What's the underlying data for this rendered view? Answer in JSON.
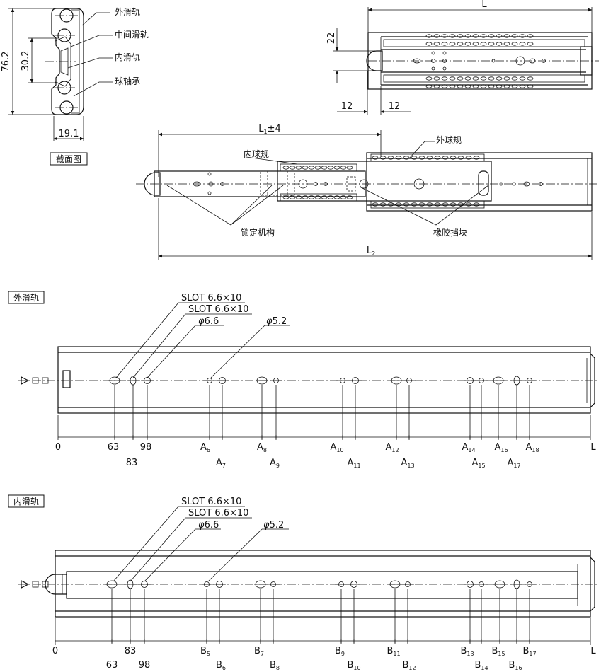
{
  "cross_section": {
    "labels": {
      "outer_rail": "外滑轨",
      "middle_rail": "中间滑轨",
      "inner_rail": "内滑轨",
      "ball_bearing": "球轴承"
    },
    "dims": {
      "height": "76.2",
      "pitch": "30.2",
      "width": "19.1"
    },
    "caption": "截面图"
  },
  "top_view": {
    "dims": {
      "length": "L",
      "height": "22",
      "left12": "12",
      "right12": "12"
    }
  },
  "assembly": {
    "dims": {
      "l1_main": "L",
      "l1_sub": "1",
      "l1_tol": "±4",
      "l2_main": "L",
      "l2_sub": "2"
    },
    "labels": {
      "outer_retainer": "外球规",
      "inner_retainer": "内球规",
      "lock": "锁定机构",
      "rubber_stop": "橡胶挡块"
    }
  },
  "outer_rail": {
    "title": "外滑轨",
    "callouts": {
      "slot1": "SLOT 6.6×10",
      "slot2": "SLOT 6.6×10",
      "phi66": "6.6",
      "phi52": "5.2",
      "phi_symbol": "φ"
    },
    "dims_top": [
      {
        "text": "0"
      },
      {
        "text": "63"
      },
      {
        "text": "98"
      },
      {
        "main": "A",
        "sub": "6"
      },
      {
        "main": "A",
        "sub": "8"
      },
      {
        "main": "A",
        "sub": "10"
      },
      {
        "main": "A",
        "sub": "12"
      },
      {
        "main": "A",
        "sub": "14"
      },
      {
        "main": "A",
        "sub": "16"
      },
      {
        "main": "A",
        "sub": "18"
      },
      {
        "text": "L"
      }
    ],
    "dims_bottom": [
      {
        "text": "83"
      },
      {
        "main": "A",
        "sub": "7"
      },
      {
        "main": "A",
        "sub": "9"
      },
      {
        "main": "A",
        "sub": "11"
      },
      {
        "main": "A",
        "sub": "13"
      },
      {
        "main": "A",
        "sub": "15"
      },
      {
        "main": "A",
        "sub": "17"
      }
    ]
  },
  "inner_rail": {
    "title": "内滑轨",
    "callouts": {
      "slot1": "SLOT 6.6×10",
      "slot2": "SLOT 6.6×10",
      "phi66": "6.6",
      "phi52": "5.2",
      "phi_symbol": "φ"
    },
    "dims_top": [
      {
        "text": "0"
      },
      {
        "text": "83"
      },
      {
        "main": "B",
        "sub": "5"
      },
      {
        "main": "B",
        "sub": "7"
      },
      {
        "main": "B",
        "sub": "9"
      },
      {
        "main": "B",
        "sub": "11"
      },
      {
        "main": "B",
        "sub": "13"
      },
      {
        "main": "B",
        "sub": "15"
      },
      {
        "main": "B",
        "sub": "17"
      },
      {
        "text": "L"
      }
    ],
    "dims_bottom": [
      {
        "text": "63"
      },
      {
        "text": "98"
      },
      {
        "main": "B",
        "sub": "6"
      },
      {
        "main": "B",
        "sub": "8"
      },
      {
        "main": "B",
        "sub": "10"
      },
      {
        "main": "B",
        "sub": "12"
      },
      {
        "main": "B",
        "sub": "14"
      },
      {
        "main": "B",
        "sub": "16"
      }
    ]
  }
}
